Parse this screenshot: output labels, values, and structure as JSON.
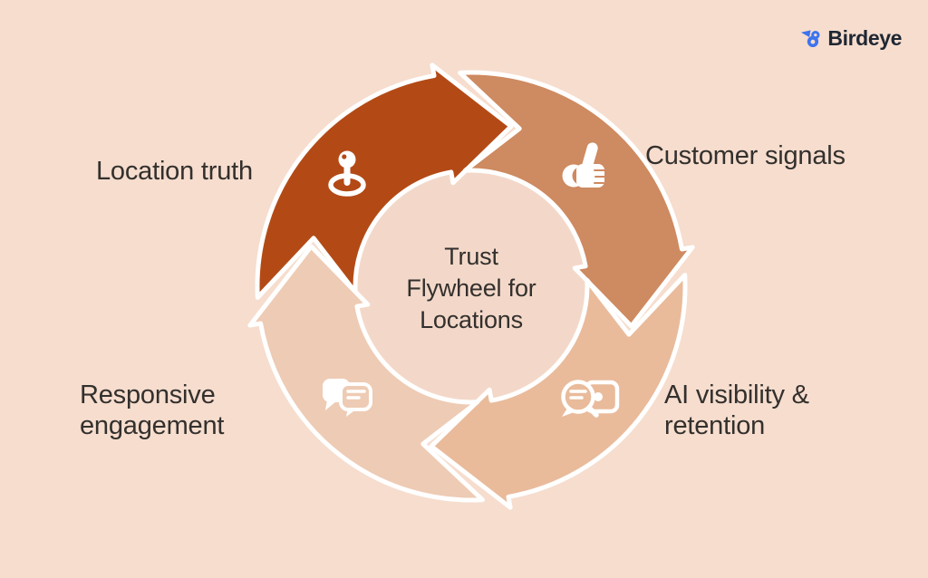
{
  "logo": {
    "brand": "Birdeye",
    "bird_color": "#3D74EE",
    "text_color": "#1F2733"
  },
  "center": {
    "title": "Trust\nFlywheel for\nLocations"
  },
  "flywheel": {
    "background": "#F6DDCE",
    "inner_color": "#F3D8C9",
    "outline_color": "#FFFFFF",
    "label_color": "#33302D",
    "segments": [
      {
        "id": "location-truth",
        "label": "Location truth",
        "icon": "location-pin-icon",
        "color": "#B34A16"
      },
      {
        "id": "customer-signals",
        "label": "Customer signals",
        "icon": "thumbs-up-icon",
        "color": "#CE8A60"
      },
      {
        "id": "ai-visibility-retention",
        "label": "AI visibility &\nretention",
        "icon": "review-search-icon",
        "color": "#E9BB9B"
      },
      {
        "id": "responsive-engagement",
        "label": "Responsive\nengagement",
        "icon": "chat-bubbles-icon",
        "color": "#EECBB4"
      }
    ]
  }
}
